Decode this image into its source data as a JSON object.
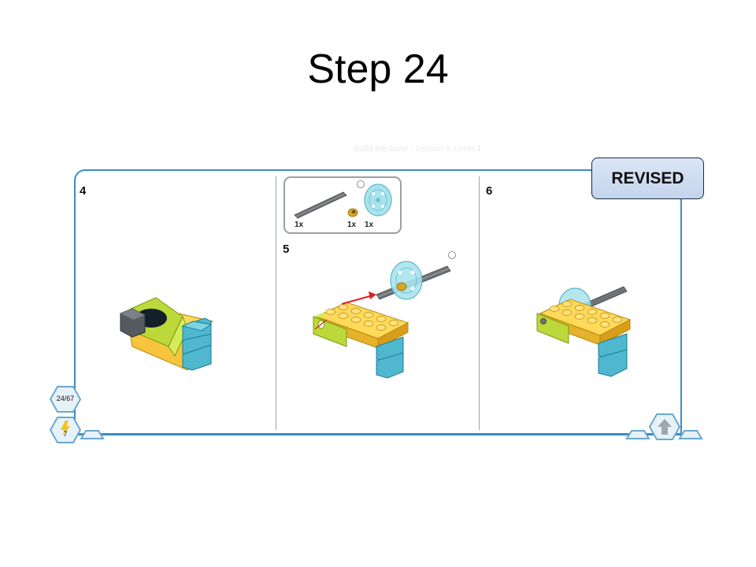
{
  "slide": {
    "title": "Step 24"
  },
  "header": {
    "faint_text": "Build the base - Lesson 6 Level 1"
  },
  "badge": {
    "label": "REVISED"
  },
  "panels": [
    {
      "step_number": "4"
    },
    {
      "step_number": "5",
      "parts": [
        {
          "qty": "1x",
          "name": "axle"
        },
        {
          "qty": "1x",
          "name": "bushing"
        },
        {
          "qty": "1x",
          "name": "pulley-wheel"
        }
      ]
    },
    {
      "step_number": "6"
    }
  ],
  "navigation": {
    "page_indicator": "24/67",
    "sub_count": "7"
  },
  "colors": {
    "frame": "#3a8cc4",
    "brick_yellow": "#f6c53d",
    "brick_lime": "#bcd83a",
    "brick_azure": "#4fb8cf",
    "axle_gray": "#6e7378",
    "wheel_transparent": "#a9e3ee",
    "arrow_red": "#e02020"
  },
  "icons": [
    "hex-page-indicator-icon",
    "hex-lightning-icon",
    "hex-nav-home-icon",
    "hex-nav-up-icon",
    "hex-nav-next-icon",
    "hex-nav-prev-icon"
  ]
}
